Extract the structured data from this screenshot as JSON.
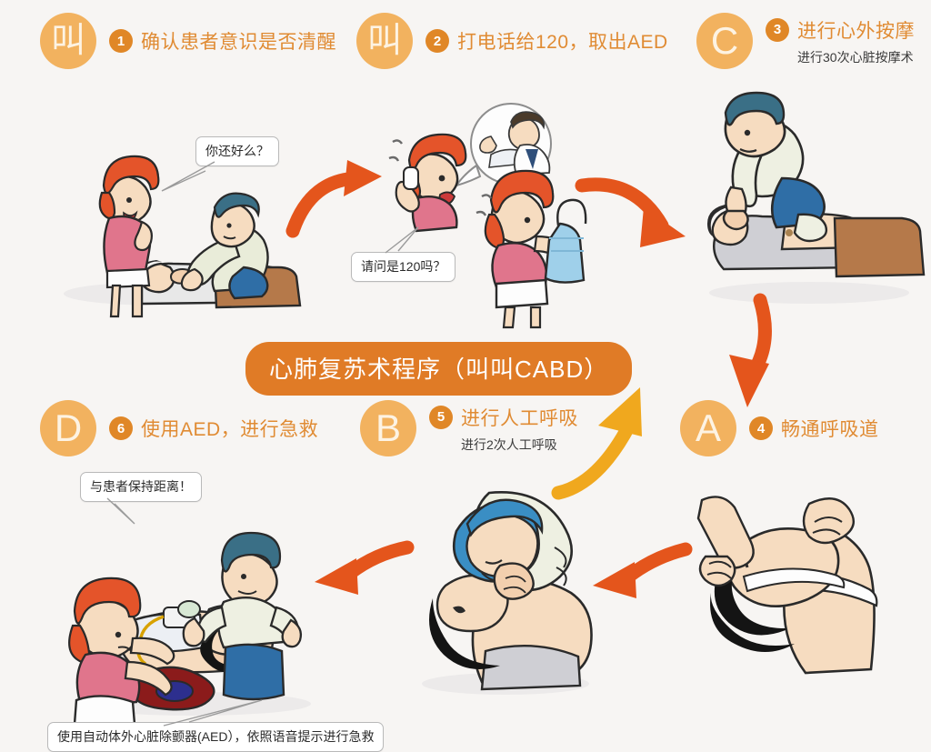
{
  "poster": {
    "banner_title": "心肺复苏术程序（叫叫CABD）",
    "bottom_caption": "使用自动体外心脏除颤器(AED），依照语音提示进行急救"
  },
  "colors": {
    "background": "#f7f5f3",
    "letter_circle": "#f2b25f",
    "number_badge": "#e08727",
    "title_text": "#e08b33",
    "banner": "#e07b26",
    "arrow_orange": "#e4551c",
    "arrow_amber": "#f0a81e",
    "subtitle_text": "#3b3b3b"
  },
  "steps": [
    {
      "id": "step-1",
      "circle_label": "叫",
      "number": "1",
      "title": "确认患者意识是否清醒",
      "subtitle": "",
      "bubble": "你还好么？"
    },
    {
      "id": "step-2",
      "circle_label": "叫",
      "number": "2",
      "title": "打电话给120，取出AED",
      "subtitle": "",
      "bubble": "请问是120吗？"
    },
    {
      "id": "step-3",
      "circle_label": "C",
      "number": "3",
      "title": "进行心外按摩",
      "subtitle": "进行30次心脏按摩术",
      "bubble": ""
    },
    {
      "id": "step-4",
      "circle_label": "A",
      "number": "4",
      "title": "畅通呼吸道",
      "subtitle": "",
      "bubble": ""
    },
    {
      "id": "step-5",
      "circle_label": "B",
      "number": "5",
      "title": "进行人工呼吸",
      "subtitle": "进行2次人工呼吸",
      "bubble": ""
    },
    {
      "id": "step-6",
      "circle_label": "D",
      "number": "6",
      "title": "使用AED，进行急救",
      "subtitle": "",
      "bubble": "与患者保持距离！"
    }
  ],
  "arrows": [
    {
      "name": "arrow-step1-to-step2",
      "color": "#e4551c",
      "direction": "right-up"
    },
    {
      "name": "arrow-step2-to-step3",
      "color": "#e4551c",
      "direction": "right-down"
    },
    {
      "name": "arrow-step3-to-step4",
      "color": "#e4551c",
      "direction": "down"
    },
    {
      "name": "arrow-step4-to-step5",
      "color": "#e4551c",
      "direction": "left"
    },
    {
      "name": "arrow-step5-to-step6",
      "color": "#e4551c",
      "direction": "left"
    },
    {
      "name": "arrow-step5-to-step3",
      "color": "#f0a81e",
      "direction": "up-right"
    }
  ],
  "illustrations": [
    {
      "name": "illustration-check-consciousness",
      "step": "1",
      "description": "站立女子与跪地男子检查倒地患者"
    },
    {
      "name": "illustration-call-120-get-aed",
      "step": "2",
      "description": "女子打电话并取出AED，想象气泡中为接线员"
    },
    {
      "name": "illustration-chest-compression",
      "step": "3",
      "description": "男子为患者进行心外按摩"
    },
    {
      "name": "illustration-open-airway",
      "step": "4",
      "description": "仰头抬颏畅通呼吸道特写"
    },
    {
      "name": "illustration-rescue-breathing",
      "step": "5",
      "description": "口对口人工呼吸"
    },
    {
      "name": "illustration-use-aed",
      "step": "6",
      "description": "女子贴AED电极片，旁人后退保持距离"
    }
  ]
}
